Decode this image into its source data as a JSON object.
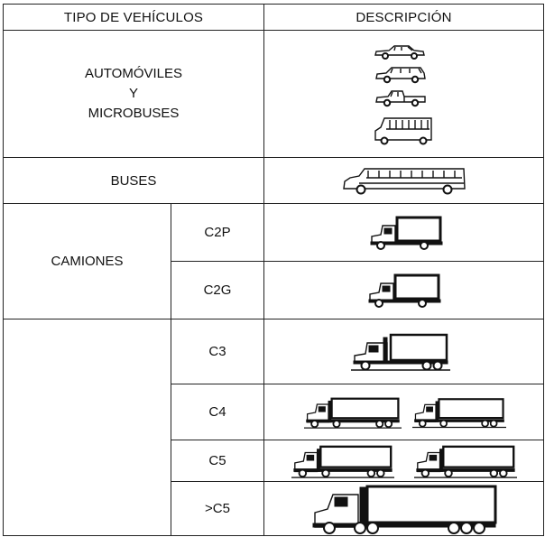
{
  "header": {
    "col_type": "TIPO DE VEHÍCULOS",
    "col_desc": "DESCRIPCIÓN"
  },
  "rows": {
    "automoviles": {
      "line1": "AUTOMÓVILES",
      "line2": "Y",
      "line3": "MICROBUSES"
    },
    "buses": {
      "label": "BUSES"
    },
    "camiones": {
      "label": "CAMIONES",
      "c2p": "C2P",
      "c2g": "C2G"
    },
    "c3": "C3",
    "c4": "C4",
    "c5": "C5",
    "gt_c5": ">C5"
  },
  "icons": {
    "car": "car-icon",
    "pickup": "pickup-truck-icon",
    "microbus": "microbus-icon",
    "bus": "bus-icon",
    "truck": "box-truck-icon",
    "semi": "semi-trailer-truck-icon"
  }
}
